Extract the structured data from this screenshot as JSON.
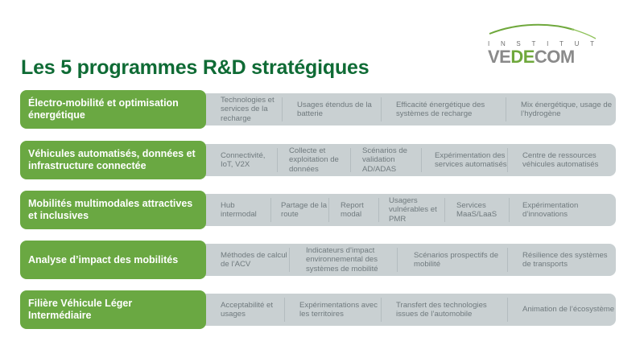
{
  "header": {
    "title": "Les 5 programmes R&D stratégiques"
  },
  "logo": {
    "tagline_letters": [
      "I",
      "N",
      "S",
      "T",
      "I",
      "T",
      "U",
      "T"
    ],
    "name_part1": "VE",
    "name_part2": "DE",
    "name_part3": "COM",
    "colors": {
      "gray": "#8a8a8a",
      "green": "#6fa83c"
    }
  },
  "colors": {
    "title": "#0f6b35",
    "program_box": "#6aa842",
    "topic_bar": "#c9d0d2",
    "topic_text": "#707a7e"
  },
  "programs": [
    {
      "label": "Électro-mobilité et optimisation énergétique",
      "topics": [
        "Technologies et services de la recharge",
        "Usages étendus de la batterie",
        "Efficacité énergétique des systèmes de recharge",
        "Mix énergétique, usage de l’hydrogène"
      ]
    },
    {
      "label": "Véhicules automatisés, données et infrastructure connectée",
      "topics": [
        "Connectivité, IoT, V2X",
        "Collecte et exploitation de données",
        "Scénarios de validation AD/ADAS",
        "Expérimentation des services automatisés",
        "Centre de ressources véhicules automatisés"
      ]
    },
    {
      "label": "Mobilités multimodales attractives et inclusives",
      "topics": [
        "Hub intermodal",
        "Partage de la route",
        "Report modal",
        "Usagers vulnérables et PMR",
        "Services MaaS/LaaS",
        "Expérimentation d’innovations"
      ]
    },
    {
      "label": "Analyse d’impact des mobilités",
      "topics": [
        "Méthodes de calcul de l’ACV",
        "Indicateurs d’impact environnemental des systèmes de mobilité",
        "Scénarios prospectifs de mobilité",
        "Résilience des systèmes de transports"
      ]
    },
    {
      "label": "Filière Véhicule Léger Intermédiaire",
      "topics": [
        "Acceptabilité et usages",
        "Expérimentations avec les territoires",
        "Transfert des technologies issues de l’automobile",
        "Animation de l’écosystème"
      ]
    }
  ]
}
